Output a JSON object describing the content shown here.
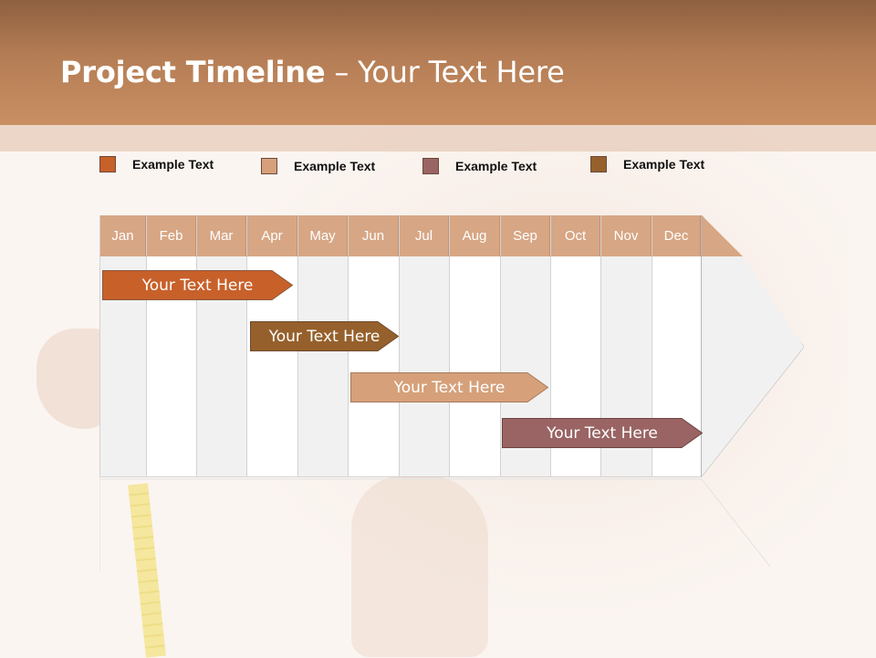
{
  "title": {
    "bold": "Project Timeline",
    "rest": " – Your Text Here"
  },
  "legend": [
    {
      "label": "Example Text",
      "color": "#c8602a"
    },
    {
      "label": "Example Text",
      "color": "#d5a07a"
    },
    {
      "label": "Example Text",
      "color": "#9a6464"
    },
    {
      "label": "Example Text",
      "color": "#96602c"
    }
  ],
  "months": [
    "Jan",
    "Feb",
    "Mar",
    "Apr",
    "May",
    "Jun",
    "Jul",
    "Aug",
    "Sep",
    "Oct",
    "Nov",
    "Dec"
  ],
  "tasks": [
    {
      "label": "Your  Text Here",
      "color": "#c8602a"
    },
    {
      "label": "Your  Text Here",
      "color": "#96602c"
    },
    {
      "label": "Your  Text Here",
      "color": "#d5a07a"
    },
    {
      "label": "Your  Text Here",
      "color": "#9a6464"
    }
  ],
  "colors": {
    "header": "#b57d55",
    "month_header": "#d7a684",
    "column_shade": "#f1f1f1"
  }
}
